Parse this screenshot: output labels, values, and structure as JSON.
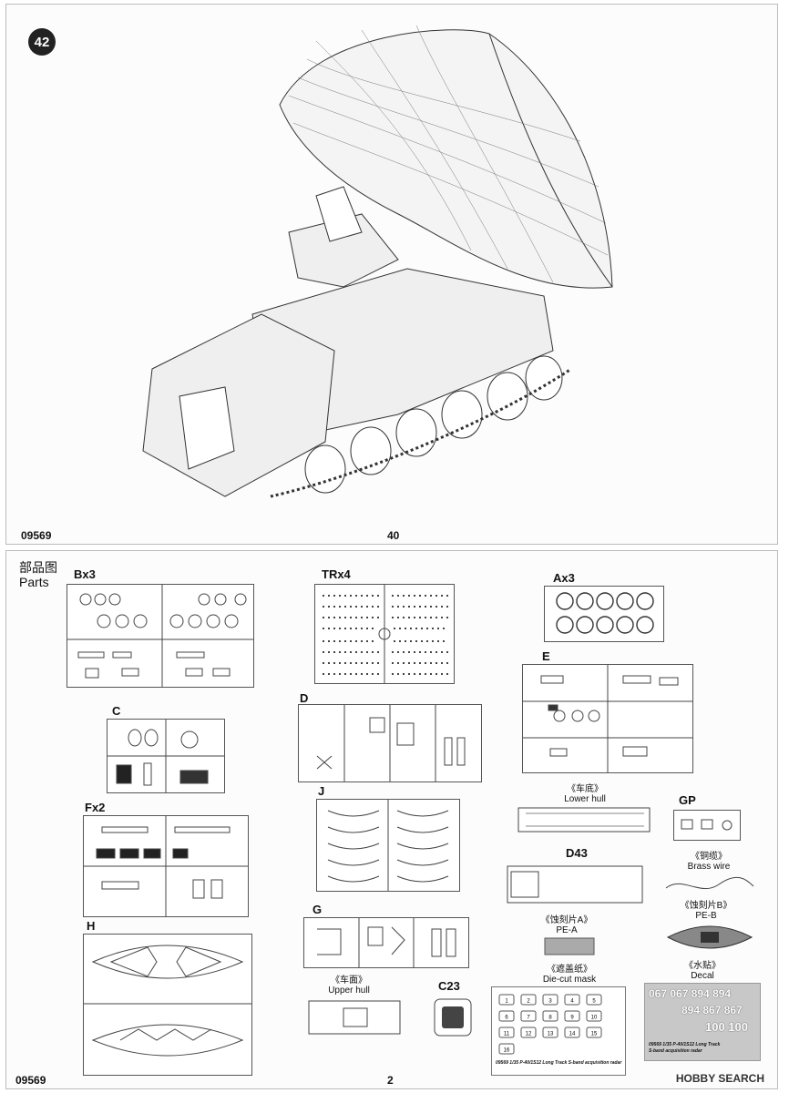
{
  "top_page": {
    "step_number": "42",
    "product_code": "09569",
    "page_number": "40"
  },
  "bottom_page": {
    "parts_title_cn": "部品图",
    "parts_title_en": "Parts",
    "product_code": "09569",
    "page_number": "2"
  },
  "sprues": {
    "bx3": "Bx3",
    "trx4": "TRx4",
    "ax3": "Ax3",
    "e": "E",
    "c": "C",
    "d": "D",
    "fx2": "Fx2",
    "j": "J",
    "gp": "GP",
    "d43": "D43",
    "h": "H",
    "g": "G",
    "c23": "C23"
  },
  "captions": {
    "lower_hull_cn": "《车底》",
    "lower_hull_en": "Lower hull",
    "brass_wire_cn": "《铜缆》",
    "brass_wire_en": "Brass wire",
    "pe_a_cn": "《蚀刻片A》",
    "pe_a_en": "PE-A",
    "pe_b_cn": "《蚀刻片B》",
    "pe_b_en": "PE-B",
    "die_cut_cn": "《遮盖纸》",
    "die_cut_en": "Die-cut mask",
    "decal_cn": "《水贴》",
    "decal_en": "Decal",
    "upper_hull_cn": "《车面》",
    "upper_hull_en": "Upper hull"
  },
  "decal": {
    "row1": "067 067 894 894",
    "row2": "894 867 867",
    "row3": "100 100",
    "footer1": "09569 1/35 P-40/1S12 Long Track",
    "footer2": "S-band acquisition radar"
  },
  "mask": {
    "footer": "09569 1/35 P-40/1S12 Long Track S-band acquisition radar",
    "numbers": [
      "1",
      "2",
      "3",
      "4",
      "5",
      "6",
      "7",
      "8",
      "9",
      "10",
      "11",
      "12",
      "13",
      "14",
      "15",
      "16"
    ]
  },
  "watermark": "HOBBY SEARCH"
}
